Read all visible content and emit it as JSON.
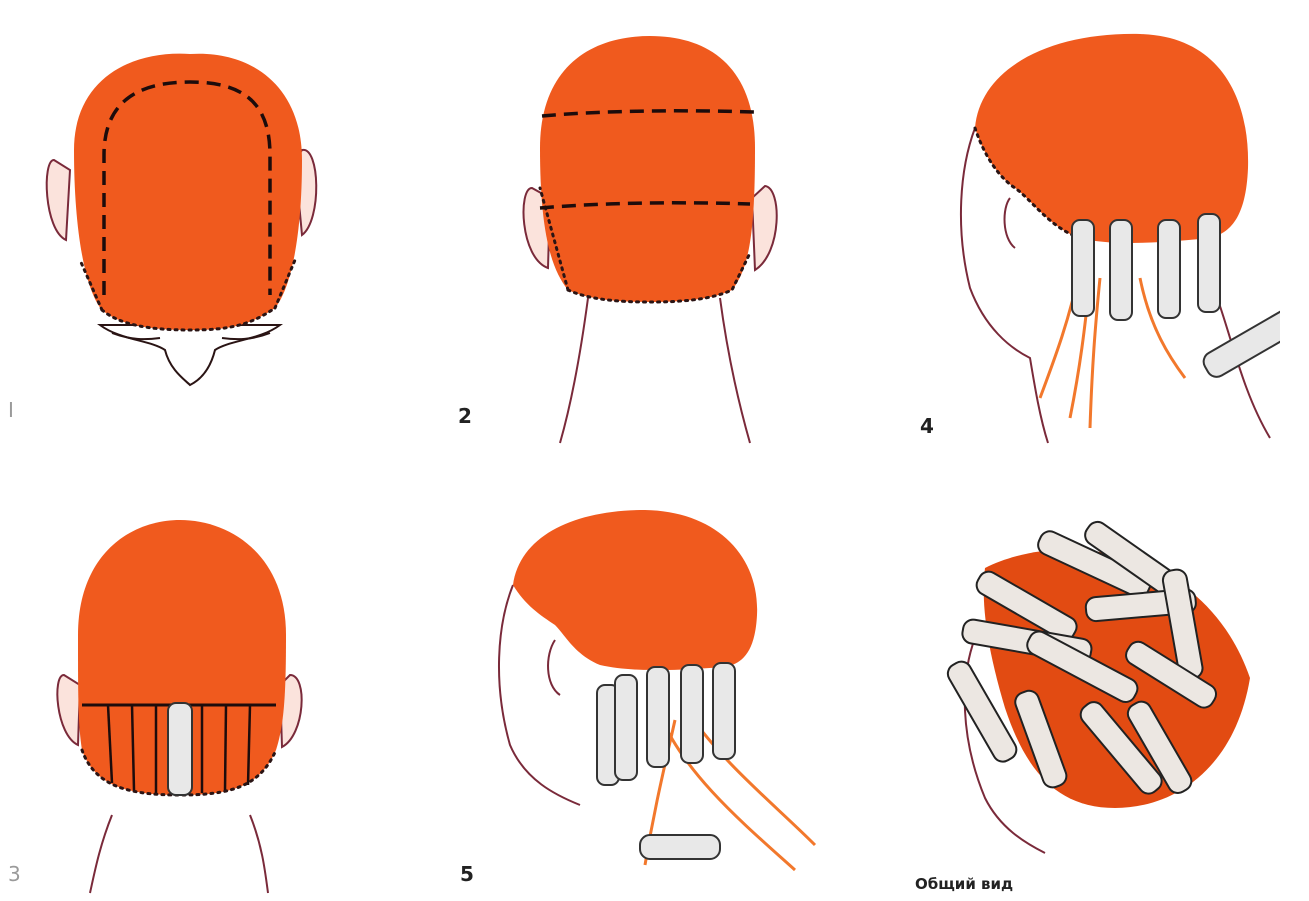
{
  "panels": [
    {
      "id": 1,
      "label": "I"
    },
    {
      "id": 2,
      "label": "2"
    },
    {
      "id": 3,
      "label": "4"
    },
    {
      "id": 4,
      "label": "3"
    },
    {
      "id": 5,
      "label": "5"
    },
    {
      "id": 6,
      "label": "Общий вид"
    }
  ],
  "colors": {
    "hair": "#f05a1e",
    "hair_dark": "#e24b12",
    "outline": "#2a1414",
    "skin_line": "#7a2a3a",
    "roller": "#555555",
    "strand": "#f2782c"
  }
}
